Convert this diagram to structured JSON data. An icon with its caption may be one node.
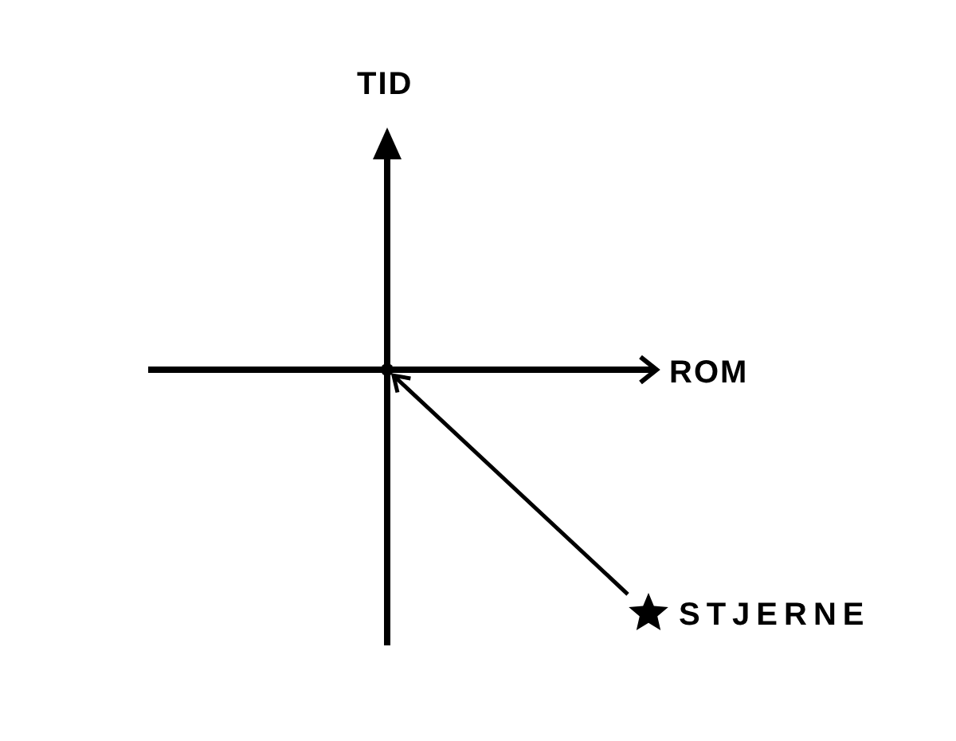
{
  "diagram": {
    "nodes": [
      {
        "text": [],
        "shape": "dot"
      },
      {
        "text": [],
        "shape": "star",
        "beside": [
          "STJERNE"
        ]
      }
    ],
    "edges": [
      {
        "from": 1,
        "to": 0,
        "arrow": "to"
      }
    ],
    "labels": [
      "TID",
      "ROM"
    ]
  }
}
